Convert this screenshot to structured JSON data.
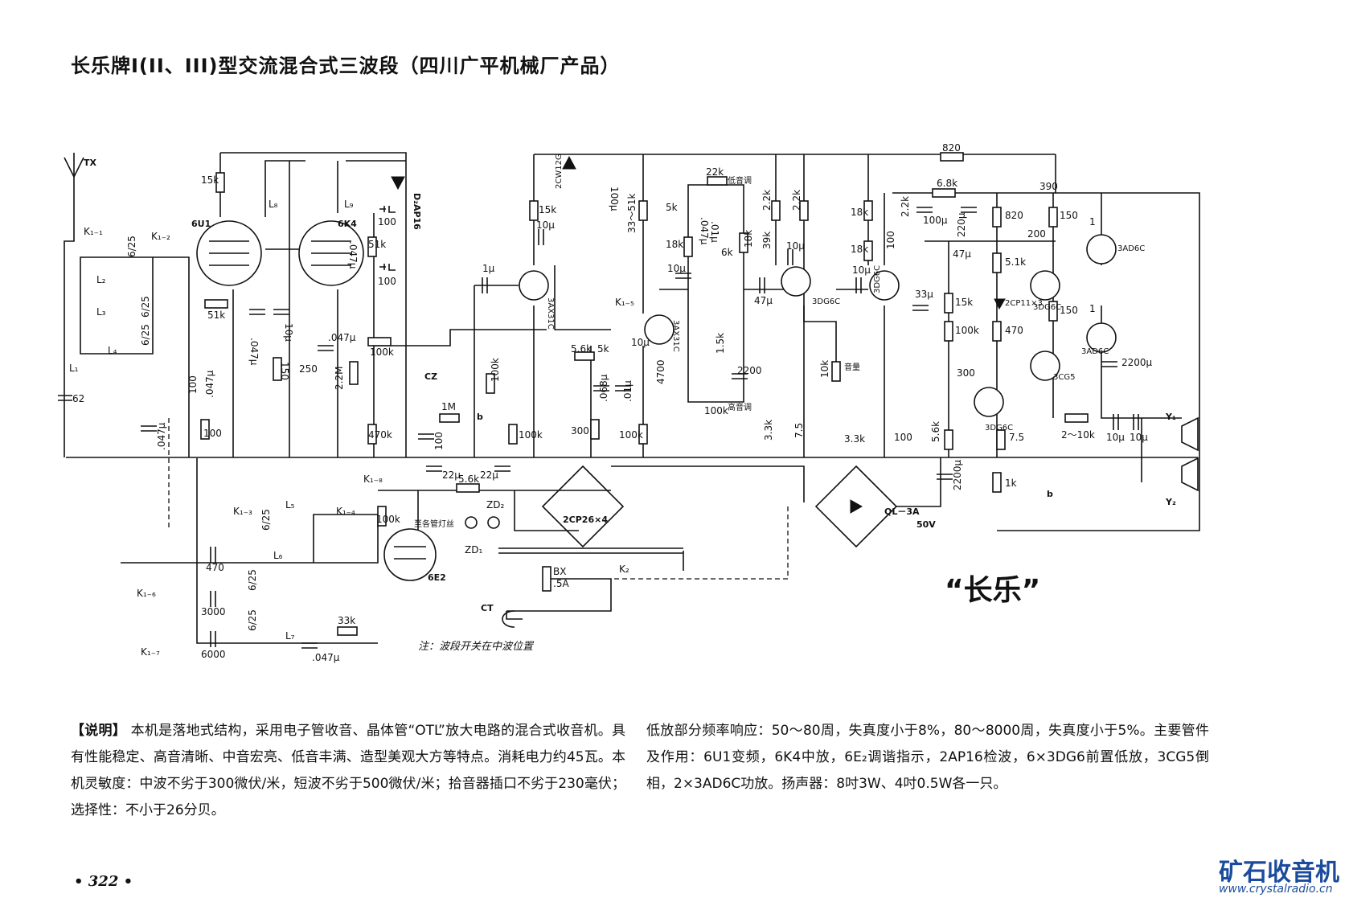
{
  "title": "长乐牌I(II、III)型交流混合式三波段（四川广平机械厂产品）",
  "brand": "“长乐”",
  "note": "注：波段开关在中波位置",
  "description": {
    "left_head": "【说明】",
    "left_body": "本机是落地式结构，采用电子管收音、晶体管“OTL”放大电路的混合式收音机。具有性能稳定、高音清晰、中音宏亮、低音丰满、造型美观大方等特点。消耗电力约45瓦。本机灵敏度：中波不劣于300微伏/米，短波不劣于500微伏/米；拾音器插口不劣于230毫伏；选择性：不小于26分贝。",
    "right_body": "低放部分频率响应：50～80周，失真度小于8%，80～8000周，失真度小于5%。主要管件及作用：6U1变频，6K4中放，6E₂调谐指示，2AP16检波，6×3DG6前置低放，3CG5倒相，2×3AD6C功放。扬声器：8吋3W、4吋0.5W各一只。"
  },
  "page_number": "• 322 •",
  "watermark": {
    "name": "矿石收音机",
    "url": "www.crystalradio.cn"
  },
  "labels": {
    "antenna": "TX",
    "tube1": "6U1",
    "tube2": "6K4",
    "tube3": "6E2",
    "detector": "D₂AP16",
    "coil_l1": "L₁",
    "coil_l2": "L₂",
    "coil_l3": "L₃",
    "coil_l4": "L₄",
    "coil_l5": "L₅",
    "coil_l6": "L₆",
    "coil_l7": "L₇",
    "ifcoil1": "L₈",
    "ifcoil2": "L₉",
    "sw_k11": "K₁₋₁",
    "sw_k12": "K₁₋₂",
    "sw_k13": "K₁₋₃",
    "sw_k14": "K₁₋₄",
    "sw_k15": "K₁₋₅",
    "sw_k16": "K₁₋₆",
    "sw_k17": "K₁₋₇",
    "sw_k18": "K₁₋₈",
    "sw_k2": "K₂",
    "cz": "CZ",
    "ct": "CT",
    "bx": "BX",
    "bx_rating": ".5A",
    "zd1": "ZD₁",
    "zd2": "ZD₂",
    "pilot": "至各管灯丝",
    "bridge1": "2CP26×4",
    "bridge2": "QL－3A",
    "bridge2_v": "50V",
    "zener": "2CW12G",
    "q1": "3AX31C",
    "q2": "3AX31C",
    "q3": "3DG6C",
    "q4": "3DG6C",
    "q5": "3DG6C",
    "q6": "3DG6C",
    "q7": "3CG5",
    "q8": "3AD6C",
    "q9": "3AD6C",
    "diode_bias": "2CP11×3",
    "treble": "低音调",
    "bass": "高音调",
    "volume": "音量",
    "y1": "Y₁",
    "y2": "Y₂",
    "b_out": "b",
    "b_in": "b",
    "r15k": "15k",
    "r51k_a": "51k",
    "r150": "150",
    "r100": "100",
    "r2_2m": "2.2M",
    "r250": "250",
    "r100k_a": "100k",
    "r51k_b": "51k",
    "r470k": "470k",
    "r1m": "1M",
    "r100k_b": "100k",
    "r100k_c": "100k",
    "r5_6k_a": "5.6k",
    "r100k_d": "100k",
    "r33k": "33k",
    "r15k_b": "15k",
    "r33_51k": "33～51k",
    "r5_6k_b": "5.6k",
    "r5k_a": "5k",
    "r300": "300",
    "r100k_e": "100k",
    "r5k_b": "5k",
    "r18k_a": "18k",
    "r6k": "6k",
    "r1_5k": "1.5k",
    "r18k_b": "18k",
    "r22k": "22k",
    "r100k_f": "100k",
    "r4700": "4700",
    "r2_2k_a": "2.2k",
    "r39k": "39k",
    "r3_3k_a": "3.3k",
    "r2_2k_b": "2.2k",
    "r7_5_a": "7.5",
    "r10k": "10k",
    "r18k_c": "18k",
    "r18k_d": "18k",
    "r3_3k_b": "3.3k",
    "r100_b": "100",
    "r2_2k_c": "2.2k",
    "r100_c": "100",
    "r6_8k": "6.8k",
    "r820_a": "820",
    "r820_b": "820",
    "r390": "390",
    "r15k_c": "15k",
    "r100k_g": "100k",
    "r5_6k_c": "5.6k",
    "r5_1k": "5.1k",
    "r470": "470",
    "r150_b": "150",
    "r150_c": "150",
    "r7_5_b": "7.5",
    "r1k": "1k",
    "r2_10k": "2～10k",
    "r1_a": "1",
    "r1_b": "1",
    "c62": "62",
    "c6_25_a": "6/25",
    "c6_25_b": "6/25",
    "c6_25_c": "6/25",
    "c100_a": "100",
    "c047_a": ".047μ",
    "c047_b": ".047μ",
    "c047_c": ".047μ",
    "c047_d": ".047μ",
    "c10u_a": "10μ",
    "c100_b": "100",
    "c100_c": "100",
    "c047_e": ".047μ",
    "c1u": "1μ",
    "c100_d": "100",
    "c22u_a": "22μ",
    "c22u_b": "22μ",
    "c10u_b": "10μ",
    "c068": ".068μ",
    "c01_a": ".01μ",
    "c10u_c": "10μ",
    "c100u_a": "100μ",
    "c047_f": ".047μ",
    "c01_b": ".01μ",
    "c2200": "2200",
    "c10u_d": "10μ",
    "c47u_a": "47μ",
    "c10u_e": "10μ",
    "c10u_f": "10μ",
    "c100u_b": "100μ",
    "c220u": "220μ",
    "c47u_b": "47μ",
    "c200": "200",
    "c33u": "33μ",
    "c300": "300",
    "c2200u_a": "2200μ",
    "c2200u_b": "2200μ",
    "c10u_g": "10μ",
    "c10u_h": "10μ",
    "c470": "470",
    "c3000": "3000",
    "c6000": "6000",
    "c047_g": ".047μ",
    "c6_25_d": "6/25",
    "c6_25_e": "6/25",
    "c6_25_f": "6/25"
  }
}
